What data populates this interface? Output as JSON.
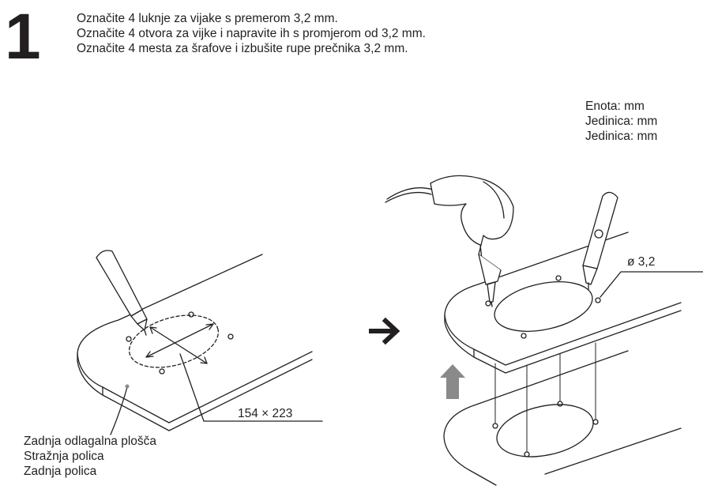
{
  "step": {
    "number": "1"
  },
  "instructions": [
    "Označite 4 luknje za vijake s premerom 3,2 mm.",
    "Označite 4 otvora za vijke i napravite ih s promjerom od 3,2 mm.",
    "Označite 4 mesta za šrafove i izbušite rupe prečnika 3,2 mm."
  ],
  "unit_note": [
    "Enota: mm",
    "Jedinica: mm",
    "Jedinica: mm"
  ],
  "labels": {
    "cutout_size": "154 × 223",
    "hole_diameter": "ø 3,2",
    "shelf_name": [
      "Zadnja odlagalna plošča",
      "Stražnja polica",
      "Zadnja polica"
    ]
  },
  "icons": {
    "arrow_right": "arrow-right-icon",
    "arrow_up": "arrow-up-icon"
  },
  "colors": {
    "line": "#231f20",
    "arrow_up": "#8a8a8a",
    "background": "#ffffff"
  }
}
